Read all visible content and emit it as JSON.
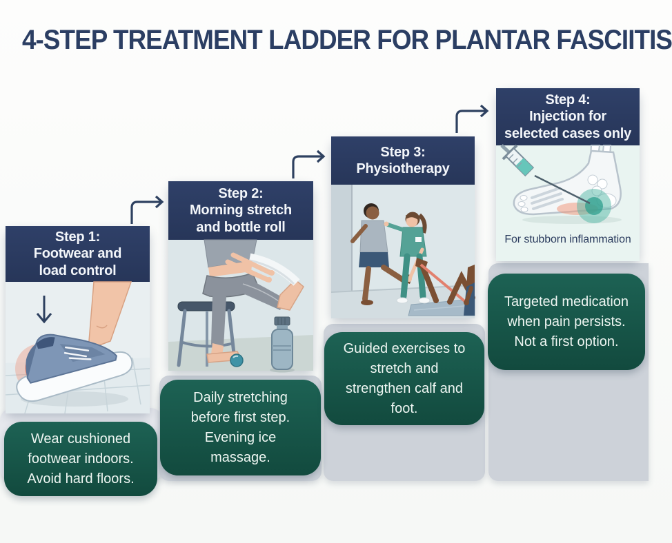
{
  "title": "4-STEP TREATMENT LADDER FOR PLANTAR FASCIITIS",
  "steps": [
    {
      "header": "Step 1:\nFootwear and\nload control",
      "note": "Wear cushioned\nfootwear indoors.\nAvoid hard floors.",
      "illustration": "heel-pain-shoe-illustration"
    },
    {
      "header": "Step 2:\nMorning stretch\nand bottle roll",
      "note": "Daily stretching\nbefore first step.\nEvening ice\nmassage.",
      "illustration": "seated-towel-stretch-illustration"
    },
    {
      "header": "Step 3:\nPhysiotherapy",
      "note": "Guided exercises to\nstretch and\nstrengthen calf and\nfoot.",
      "illustration": "physiotherapy-session-illustration"
    },
    {
      "header": "Step 4:\nInjection for\nselected cases only",
      "image_caption": "For stubborn inflammation",
      "note": "Targeted medication\nwhen pain persists.\nNot a first option.",
      "illustration": "foot-injection-illustration"
    }
  ],
  "icons": [
    "elbow-arrow-icon",
    "down-arrow-icon",
    "syringe-icon"
  ],
  "colors": {
    "navy_header": "#2b3b60",
    "navy_text": "#2b3e63",
    "green_box": "#17594a",
    "arrow": "#2e4160",
    "backdrop_gray": "#cdd2d9",
    "backdrop_light": "#e6e8ed"
  }
}
